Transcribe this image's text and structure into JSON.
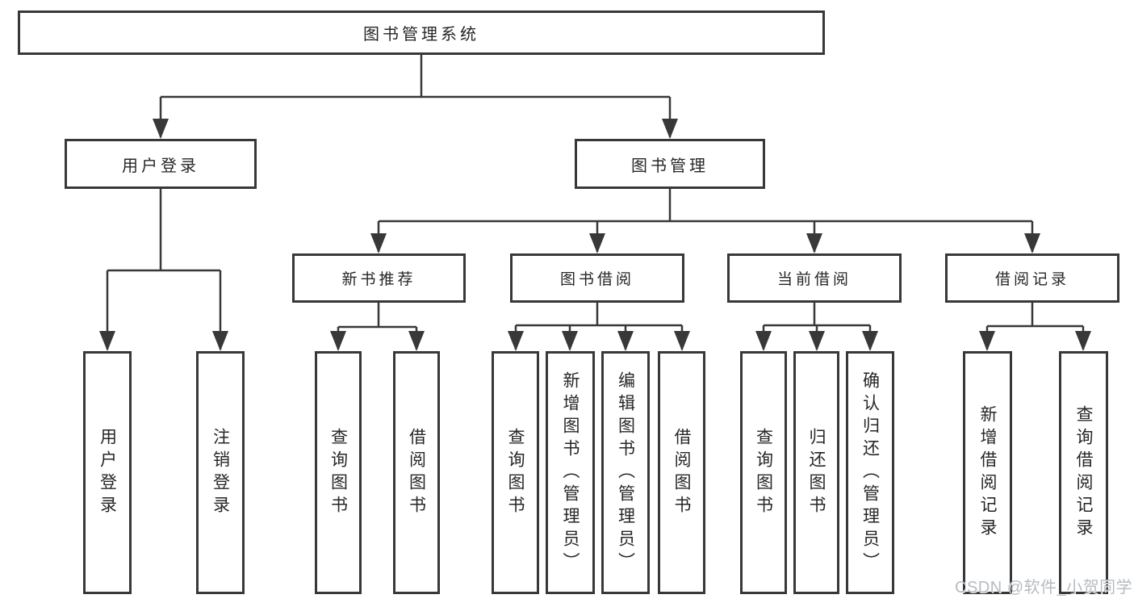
{
  "diagram": {
    "root": {
      "label": "图书管理系统"
    },
    "children": [
      {
        "label": "用户登录",
        "children": [
          {
            "label": "用户登录"
          },
          {
            "label": "注销登录"
          }
        ]
      },
      {
        "label": "图书管理",
        "children": [
          {
            "label": "新书推荐",
            "children": [
              {
                "label": "查询图书"
              },
              {
                "label": "借阅图书"
              }
            ]
          },
          {
            "label": "图书借阅",
            "children": [
              {
                "label": "查询图书"
              },
              {
                "label": "新增图书（管理员）"
              },
              {
                "label": "编辑图书（管理员）"
              },
              {
                "label": "借阅图书"
              }
            ]
          },
          {
            "label": "当前借阅",
            "children": [
              {
                "label": "查询图书"
              },
              {
                "label": "归还图书"
              },
              {
                "label": "确认归还（管理员）"
              }
            ]
          },
          {
            "label": "借阅记录",
            "children": [
              {
                "label": "新增借阅记录"
              },
              {
                "label": "查询借阅记录"
              }
            ]
          }
        ]
      }
    ]
  },
  "watermark": "CSDN @软件_小贺同学",
  "colors": {
    "line": "#383838",
    "text": "#262626",
    "watermark": "#b6bcc1",
    "background": "#ffffff"
  }
}
